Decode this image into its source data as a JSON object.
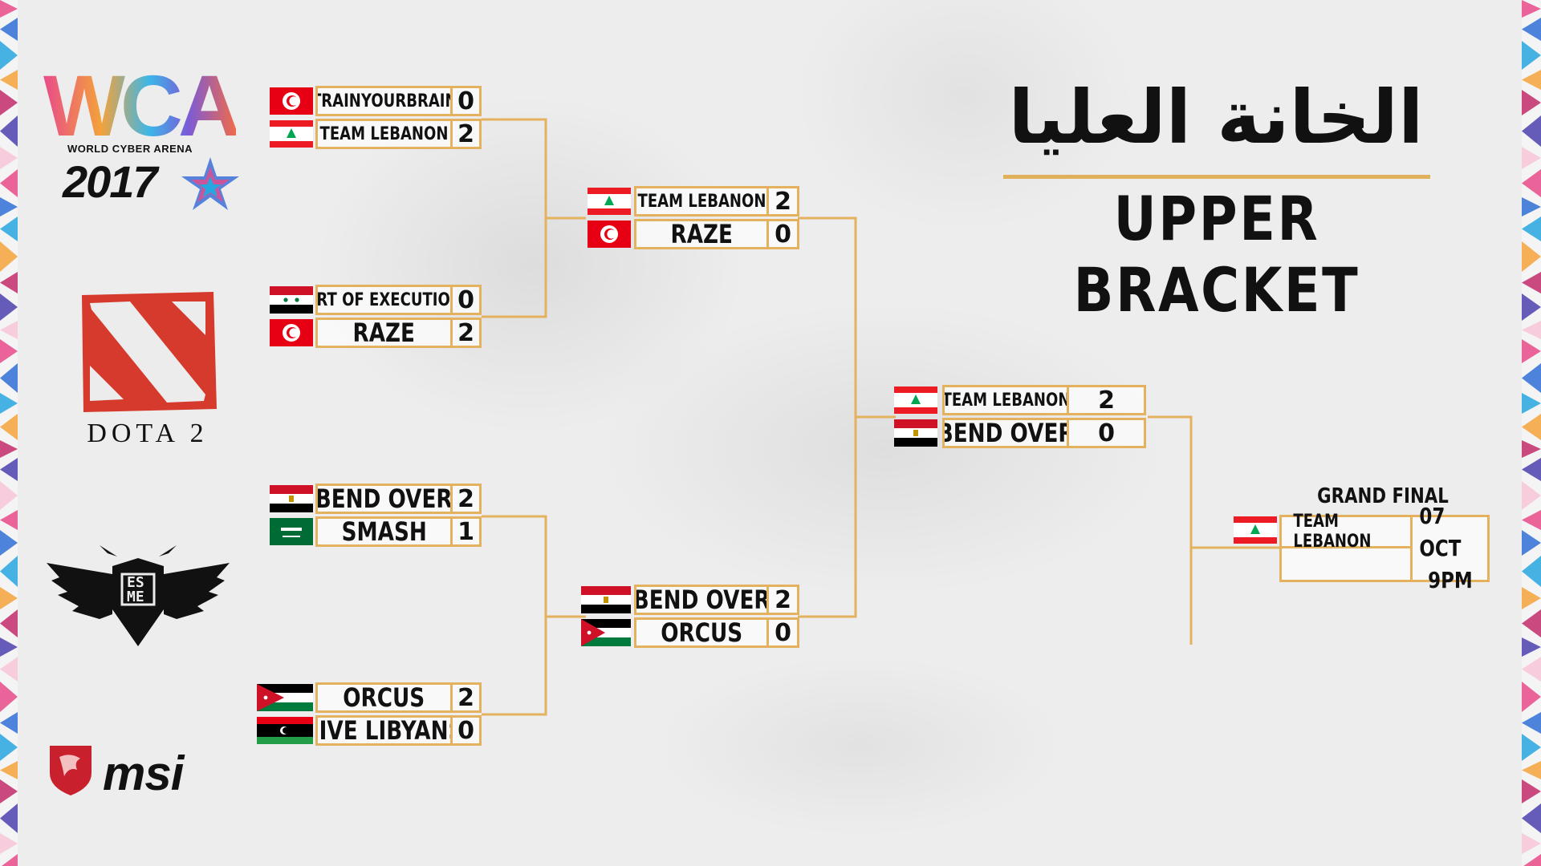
{
  "title": {
    "arabic": "الخانة العليا",
    "english": "UPPER BRACKET"
  },
  "logos": {
    "wca": {
      "title": "WCA",
      "subtitle": "WORLD CYBER ARENA",
      "year": "2017"
    },
    "dota": {
      "name": "DOTA 2"
    },
    "esme": {
      "letters": [
        "ES",
        "ME"
      ]
    },
    "msi": {
      "name": "msi"
    }
  },
  "colors": {
    "accent": "#e4b25e",
    "background": "#ececec",
    "text": "#111111"
  },
  "round1": [
    {
      "teams": [
        {
          "name": "TRAINYOURBRAIN",
          "score": "0",
          "flag": "tunisia"
        },
        {
          "name": "TEAM LEBANON",
          "score": "2",
          "flag": "lebanon"
        }
      ]
    },
    {
      "teams": [
        {
          "name": "ART OF EXECUTION",
          "score": "0",
          "flag": "syria"
        },
        {
          "name": "RAZE",
          "score": "2",
          "flag": "tunisia"
        }
      ]
    },
    {
      "teams": [
        {
          "name": "BEND OVER",
          "score": "2",
          "flag": "egypt"
        },
        {
          "name": "SMASH",
          "score": "1",
          "flag": "saudi-arabia"
        }
      ]
    },
    {
      "teams": [
        {
          "name": "ORCUS",
          "score": "2",
          "flag": "jordan"
        },
        {
          "name": "FIVE LIBYANS",
          "score": "0",
          "flag": "libya"
        }
      ]
    }
  ],
  "round2": [
    {
      "teams": [
        {
          "name": "TEAM LEBANON",
          "score": "2",
          "flag": "lebanon"
        },
        {
          "name": "RAZE",
          "score": "0",
          "flag": "tunisia"
        }
      ]
    },
    {
      "teams": [
        {
          "name": "BEND OVER",
          "score": "2",
          "flag": "egypt"
        },
        {
          "name": "ORCUS",
          "score": "0",
          "flag": "jordan"
        }
      ]
    }
  ],
  "round3": [
    {
      "teams": [
        {
          "name": "TEAM LEBANON",
          "score": "2",
          "flag": "lebanon"
        },
        {
          "name": "BEND OVER",
          "score": "0",
          "flag": "egypt"
        }
      ]
    }
  ],
  "grand_final": {
    "label": "GRAND FINAL",
    "team": "TEAM LEBANON",
    "flag": "lebanon",
    "date": "07 OCT",
    "time": "9PM"
  }
}
